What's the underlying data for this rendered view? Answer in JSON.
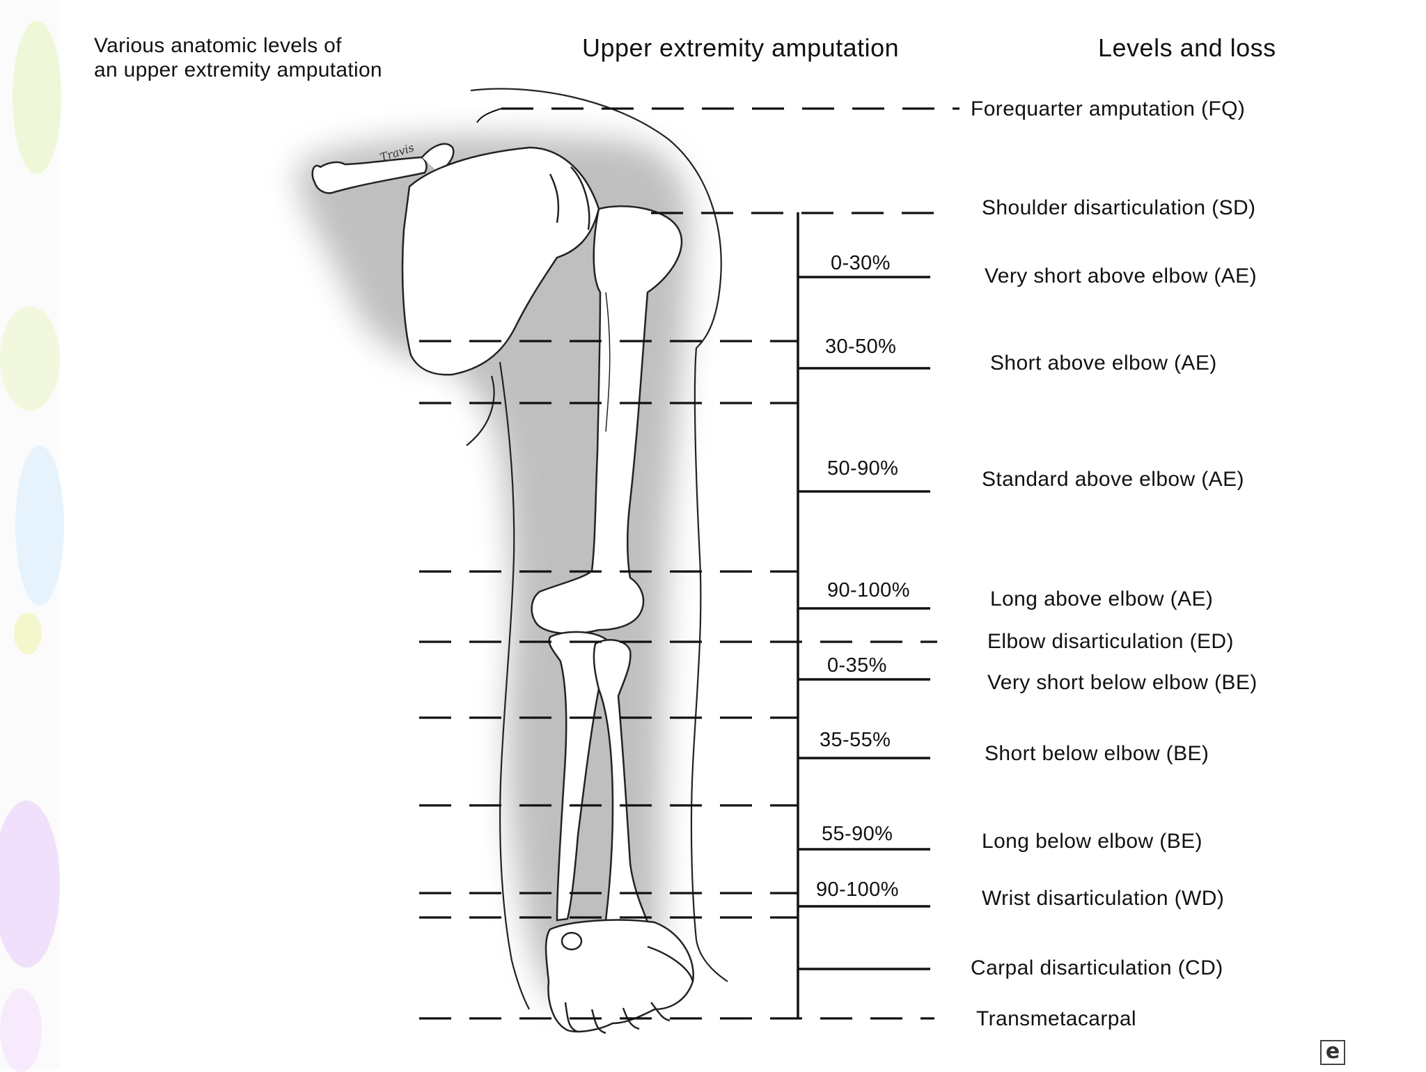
{
  "caption": "Various  anatomic levels of\nan upper extremity amputation",
  "header_title": "Upper extremity amputation",
  "header_right": "Levels and loss",
  "levels": [
    "Forequarter amputation (FQ)",
    "Shoulder disarticulation (SD)",
    "Very short above elbow (AE)",
    "Short above elbow (AE)",
    "Standard above elbow (AE)",
    "Long above elbow (AE)",
    "Elbow disarticulation (ED)",
    "Very short below elbow (BE)",
    "Short below elbow (BE)",
    "Long below elbow (BE)",
    "Wrist disarticulation (WD)",
    "Carpal disarticulation (CD)",
    "Transmetacarpal"
  ],
  "percentages": [
    "0-30%",
    "30-50%",
    "50-90%",
    "90-100%",
    "0-35%",
    "35-55%",
    "55-90%",
    "90-100%"
  ],
  "artist_signature": "Travis",
  "logo": "e",
  "colors": {
    "ink": "#111111",
    "shadow": "#9a9a9a",
    "bone": "#ffffff"
  }
}
